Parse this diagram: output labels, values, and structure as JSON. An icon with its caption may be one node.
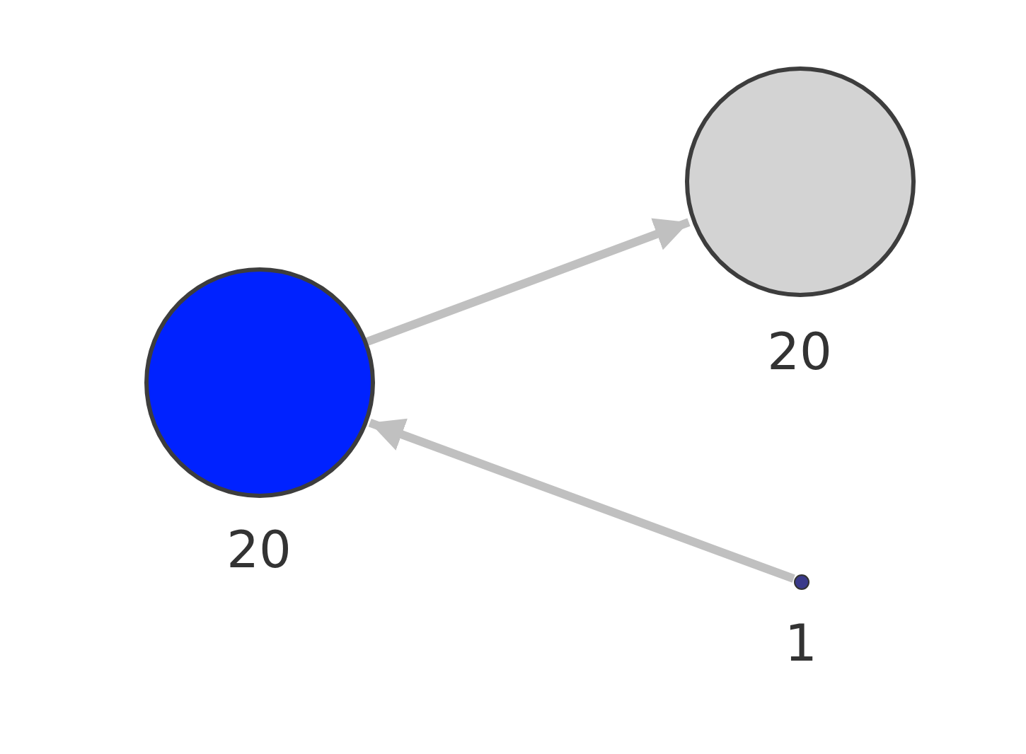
{
  "diagram": {
    "nodes": [
      {
        "text": [],
        "shape": "circle",
        "beside": [
          "20"
        ]
      },
      {
        "text": [],
        "shape": "circle",
        "beside": [
          "20"
        ]
      },
      {
        "text": [],
        "shape": "circle",
        "beside": [
          "1"
        ]
      }
    ],
    "edges": [
      {
        "from": 0,
        "to": 1,
        "arrow": "to"
      },
      {
        "from": 2,
        "to": 0,
        "arrow": "to"
      }
    ]
  }
}
